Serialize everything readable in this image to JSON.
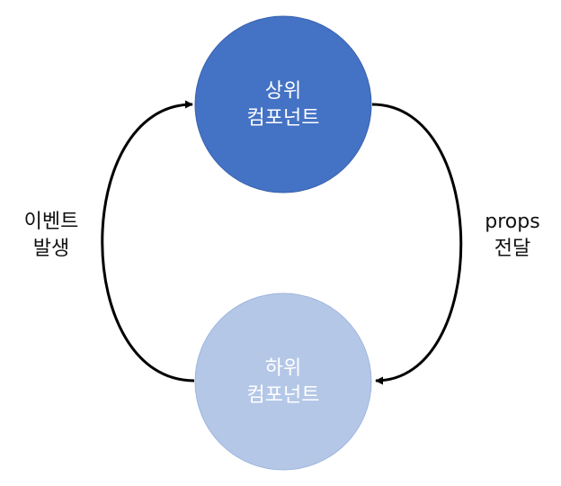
{
  "nodes": {
    "parent": {
      "line1": "상위",
      "line2": "컴포넌트",
      "fill": "#4472C4",
      "stroke": "#3A63AE"
    },
    "child": {
      "line1": "하위",
      "line2": "컴포넌트",
      "fill": "#B4C7E7",
      "stroke": "#9FB6DD"
    }
  },
  "edges": {
    "props": {
      "line1": "props",
      "line2": "전달"
    },
    "event": {
      "line1": "이벤트",
      "line2": "발생"
    }
  },
  "colors": {
    "arrow": "#000000",
    "label": "#111111"
  }
}
